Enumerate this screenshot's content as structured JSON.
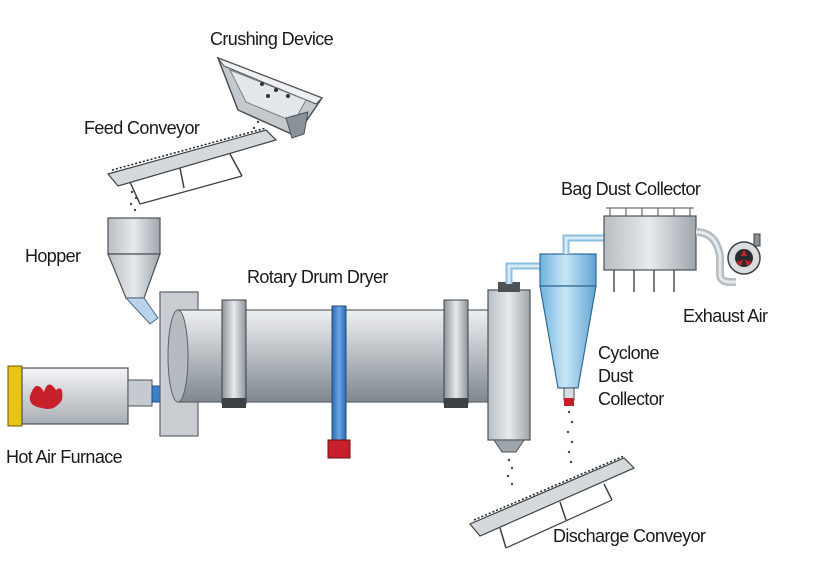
{
  "labels": {
    "crushing_device": "Crushing Device",
    "feed_conveyor": "Feed Conveyor",
    "hopper": "Hopper",
    "rotary_drum_dryer": "Rotary Drum Dryer",
    "hot_air_furnace": "Hot Air Furnace",
    "bag_dust_collector": "Bag Dust Collector",
    "exhaust_air": "Exhaust Air",
    "cyclone_dust_collector": [
      "Cyclone",
      "Dust",
      "Collector"
    ],
    "discharge_conveyor": "Discharge Conveyor"
  },
  "colors": {
    "steel_light": "#d9dde0",
    "steel_mid": "#a9b0b6",
    "steel_dark": "#6f777d",
    "pipe_blue": "#7ab7e0",
    "cyclone_blue": "#9fcfee",
    "post_blue": "#3f7fc9",
    "furnace_yellow": "#e8c414",
    "flame_red": "#c8202a"
  }
}
